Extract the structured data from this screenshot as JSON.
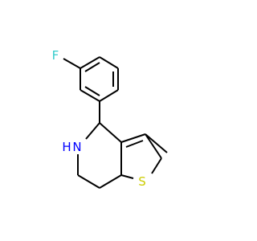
{
  "molecule": {
    "atoms": {
      "fluorine": {
        "label": "F",
        "color": "#33cccc"
      },
      "nitrogen": {
        "label": "N",
        "color": "#0000ff"
      },
      "hydrogen": {
        "label": "H",
        "color": "#0000ff"
      },
      "sulfur": {
        "label": "S",
        "color": "#cccc00"
      }
    },
    "bond_color": "#000000",
    "background": "#ffffff"
  }
}
